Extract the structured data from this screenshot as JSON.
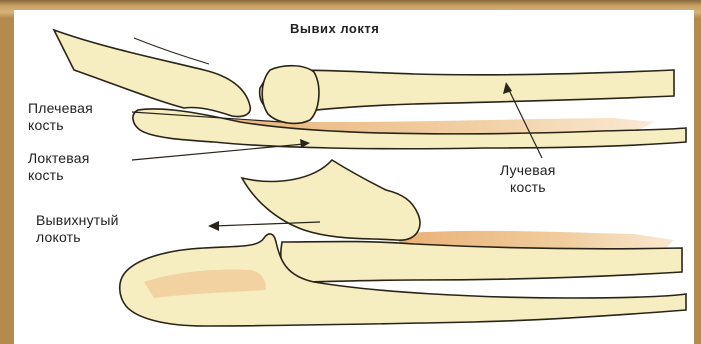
{
  "title": "Вывих локтя",
  "labels": {
    "humerus": [
      "Плечевая",
      "кость"
    ],
    "ulna": [
      "Локтевая",
      "кость"
    ],
    "radius": [
      "Лучевая",
      "кость"
    ],
    "dislocated": [
      "Вывихнутый",
      "локоть"
    ]
  },
  "colors": {
    "bone": "#f6eec0",
    "bone_outline": "#2a2418",
    "muscle": "#e9b06f",
    "background": "#ffffff",
    "frame": "#b58a4e"
  }
}
